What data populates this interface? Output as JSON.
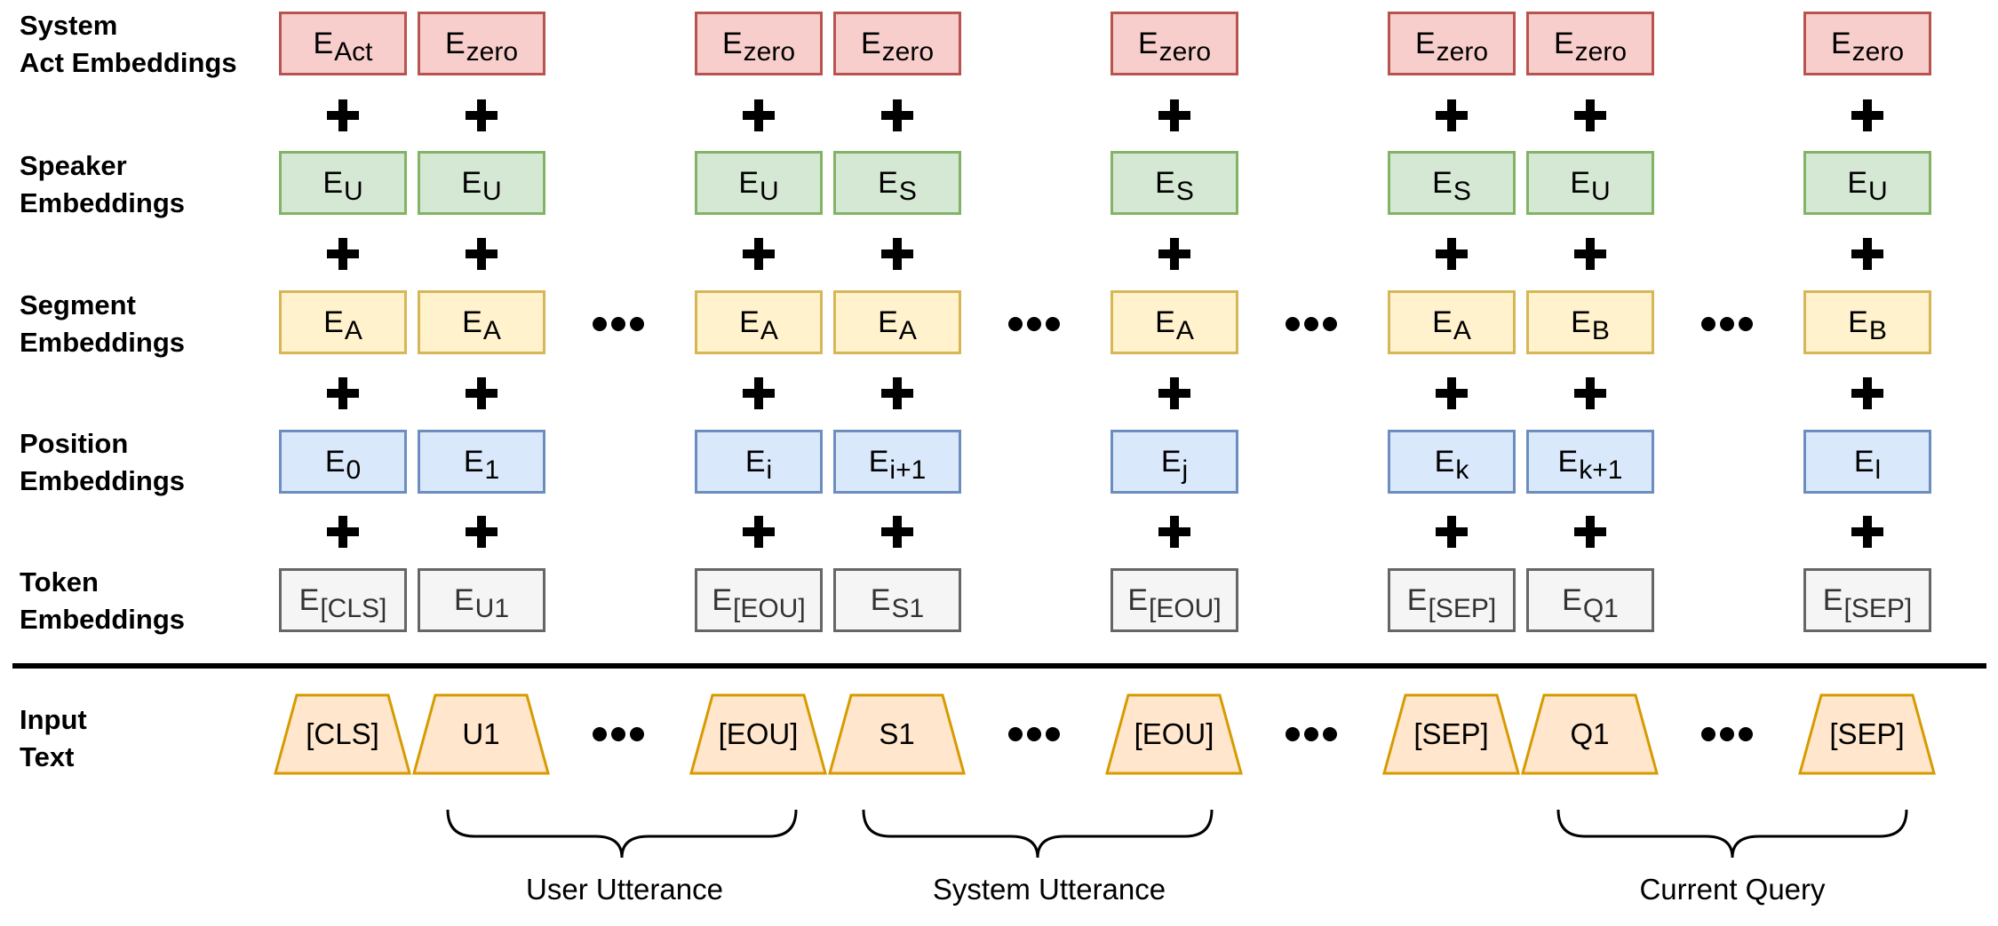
{
  "row_labels": {
    "system_act": [
      "System",
      "Act Embeddings"
    ],
    "speaker": [
      "Speaker",
      "Embeddings"
    ],
    "segment": [
      "Segment",
      "Embeddings"
    ],
    "position": [
      "Position",
      "Embeddings"
    ],
    "token": [
      "Token",
      "Embeddings"
    ],
    "input": [
      "Input",
      "Text"
    ]
  },
  "columns": [
    {
      "act": "Act",
      "speaker": "U",
      "segment": "A",
      "position": "0",
      "token": "[CLS]",
      "input": "[CLS]"
    },
    {
      "act": "zero",
      "speaker": "U",
      "segment": "A",
      "position": "1",
      "token": "U1",
      "input": "U1"
    },
    {
      "act": "zero",
      "speaker": "U",
      "segment": "A",
      "position": "i",
      "token": "[EOU]",
      "input": "[EOU]"
    },
    {
      "act": "zero",
      "speaker": "S",
      "segment": "A",
      "position": "i+1",
      "token": "S1",
      "input": "S1"
    },
    {
      "act": "zero",
      "speaker": "S",
      "segment": "A",
      "position": "j",
      "token": "[EOU]",
      "input": "[EOU]"
    },
    {
      "act": "zero",
      "speaker": "S",
      "segment": "A",
      "position": "k",
      "token": "[SEP]",
      "input": "[SEP]"
    },
    {
      "act": "zero",
      "speaker": "U",
      "segment": "B",
      "position": "k+1",
      "token": "Q1",
      "input": "Q1"
    },
    {
      "act": "zero",
      "speaker": "U",
      "segment": "B",
      "position": "l",
      "token": "[SEP]",
      "input": "[SEP]"
    }
  ],
  "embedding_symbol": "E",
  "braces": [
    {
      "label": "User Utterance"
    },
    {
      "label": "System Utterance"
    },
    {
      "label": "Current Query"
    }
  ],
  "colors": {
    "system_act_fill": "#f8cecc",
    "system_act_border": "#b85450",
    "speaker_fill": "#d5e8d4",
    "speaker_border": "#82b366",
    "segment_fill": "#fff2cc",
    "segment_border": "#d6b656",
    "position_fill": "#dae8fc",
    "position_border": "#6c8ebf",
    "token_fill": "#f5f5f5",
    "token_border": "#666666",
    "input_fill": "#ffe6cc",
    "input_border": "#d79b00"
  }
}
